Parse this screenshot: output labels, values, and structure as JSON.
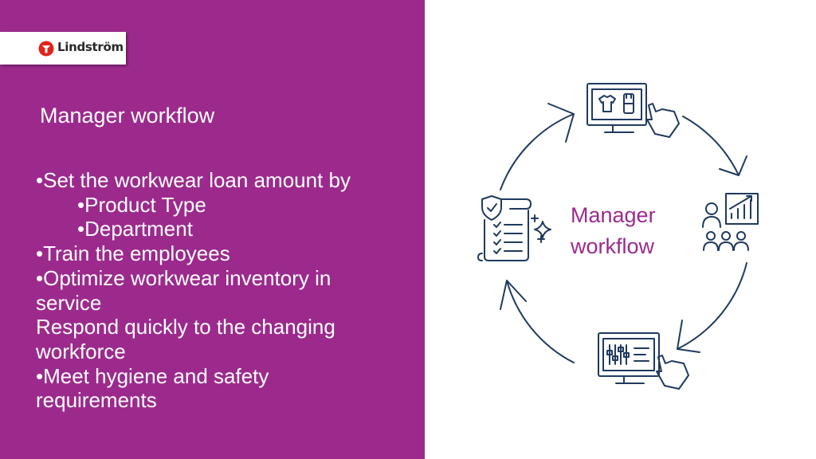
{
  "brand": {
    "name": "Lindström",
    "accent_color": "#9c2a8d",
    "logo_color": "#e2231a",
    "icon_color": "#1f3a5f"
  },
  "panel": {
    "title": "Manager workflow",
    "bullets": [
      "•Set the workwear loan amount by",
      "•Product Type",
      "•Department",
      "•Train the employees",
      "•Optimize workwear inventory in",
      "service",
      "Respond quickly to the changing",
      "workforce",
      "•Meet hygiene and safety",
      "requirements"
    ]
  },
  "diagram": {
    "center_line1": "Manager",
    "center_line2": "workflow",
    "icons": [
      "monitor-workwear-touch-icon",
      "presentation-team-icon",
      "monitor-settings-touch-icon",
      "document-checklist-shield-icon"
    ]
  }
}
